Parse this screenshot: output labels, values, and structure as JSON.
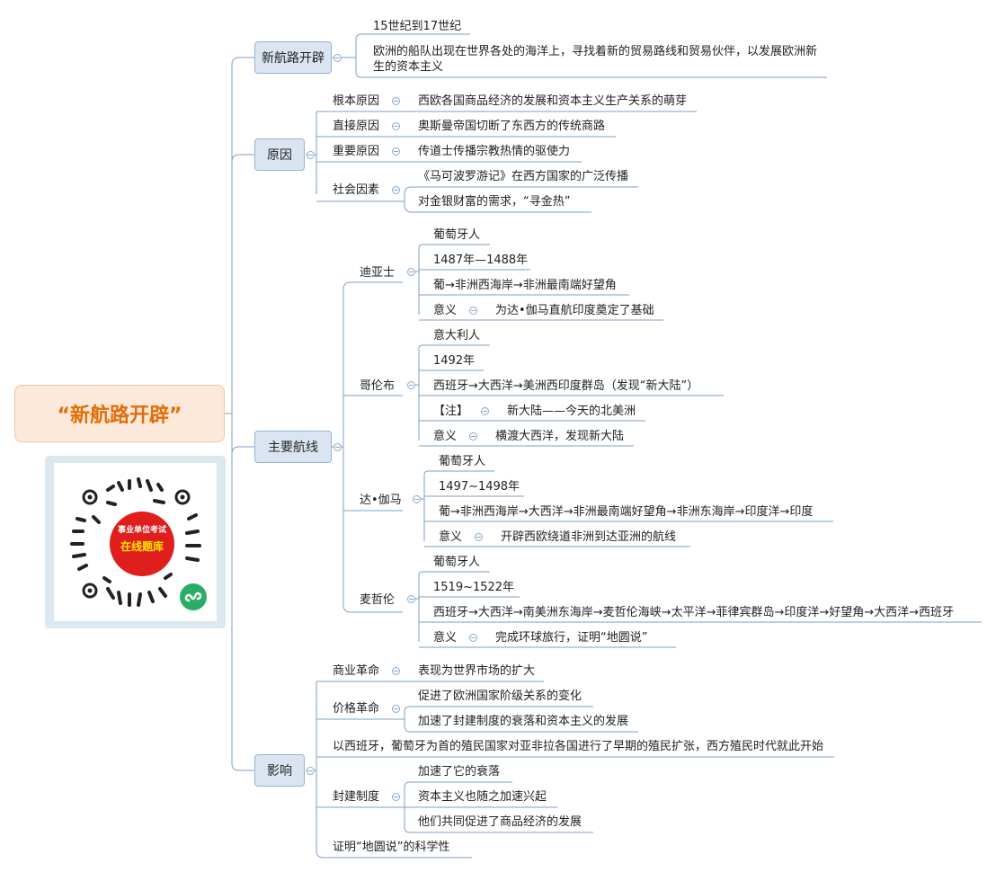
{
  "root": {
    "title": "“新航路开辟”"
  },
  "sections": {
    "s1": {
      "label": "新航路开辟",
      "item1": "15世纪到17世纪",
      "item2": "欧洲的船队出现在世界各处的海洋上，寻找着新的贸易路线和贸易伙伴，以发展欧洲新生的资本主义"
    },
    "s2": {
      "label": "原因",
      "root_cause": {
        "label": "根本原因",
        "value": "西欧各国商品经济的发展和资本主义生产关系的萌芽"
      },
      "direct_cause": {
        "label": "直接原因",
        "value": "奥斯曼帝国切断了东西方的传统商路"
      },
      "important_cause": {
        "label": "重要原因",
        "value": "传道士传播宗教热情的驱使力"
      },
      "social": {
        "label": "社会因素",
        "value1": "《马可波罗游记》在西方国家的广泛传播",
        "value2": "对金银财富的需求，“寻金热”"
      }
    },
    "s3": {
      "label": "主要航线",
      "dias": {
        "label": "迪亚士",
        "nation": "葡萄牙人",
        "years": "1487年—1488年",
        "route": "葡→非洲西海岸→非洲最南端好望角",
        "meaning_label": "意义",
        "meaning": "为达•伽马直航印度奠定了基础"
      },
      "columbus": {
        "label": "哥伦布",
        "nation": "意大利人",
        "year": "1492年",
        "route": "西班牙→大西洋→美洲西印度群岛（发现“新大陆”）",
        "note_label": "【注】",
        "note": "新大陆——今天的北美洲",
        "meaning_label": "意义",
        "meaning": "横渡大西洋，发现新大陆"
      },
      "gama": {
        "label": "达•伽马",
        "nation": "葡萄牙人",
        "years": "1497~1498年",
        "route": "葡→非洲西海岸→大西洋→非洲最南端好望角→非洲东海岸→印度洋→印度",
        "meaning_label": "意义",
        "meaning": "开辟西欧绕道非洲到达亚洲的航线"
      },
      "magellan": {
        "label": "麦哲伦",
        "nation": "葡萄牙人",
        "years": "1519~1522年",
        "route": "西班牙→大西洋→南美洲东海岸→麦哲伦海峡→太平洋→菲律宾群岛→印度洋→好望角→大西洋→西班牙",
        "meaning_label": "意义",
        "meaning": "完成环球旅行，证明“地圆说”"
      }
    },
    "s4": {
      "label": "影响",
      "commerce": {
        "label": "商业革命",
        "value": "表现为世界市场的扩大"
      },
      "price": {
        "label": "价格革命",
        "value1": "促进了欧洲国家阶级关系的变化",
        "value2": "加速了封建制度的衰落和资本主义的发展"
      },
      "colonial": "以西班牙，葡萄牙为首的殖民国家对亚非拉各国进行了早期的殖民扩张，西方殖民时代就此开始",
      "feudal": {
        "label": "封建制度",
        "value1": "加速了它的衰落",
        "value2": "资本主义也随之加速兴起",
        "value3": "他们共同促进了商品经济的发展"
      },
      "proof": "证明“地圆说”的科学性"
    }
  },
  "qr": {
    "line1": "事业单位考试",
    "line2": "在线题库"
  },
  "colors": {
    "line": "#7f9fc5",
    "root_bg": "#fde9d9",
    "root_text": "#e36c09",
    "node_bg": "#dbe5f1",
    "node_border": "#95b3d7",
    "qr_red": "#e01e1e",
    "qr_green": "#2aae67"
  }
}
